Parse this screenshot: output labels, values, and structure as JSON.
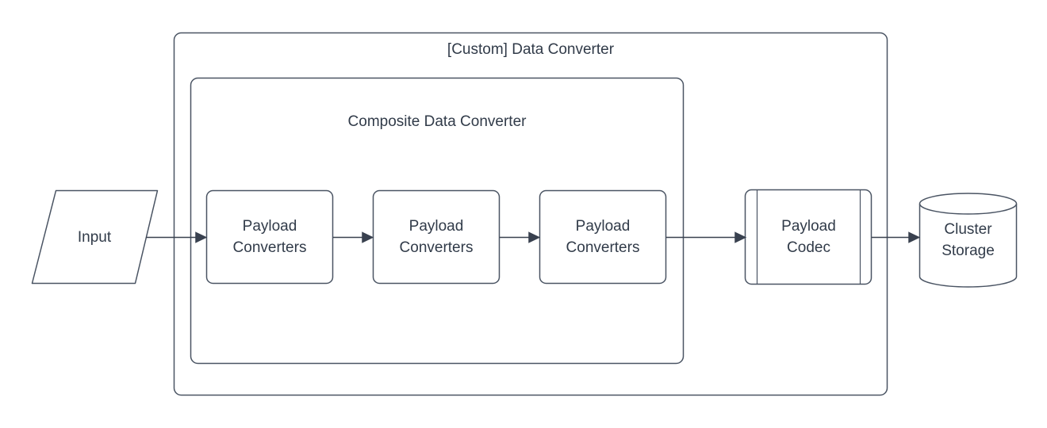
{
  "diagram": {
    "title": "[Custom] Data Converter",
    "composite_title": "Composite Data Converter",
    "nodes": {
      "input": {
        "label": "Input",
        "shape": "parallelogram"
      },
      "converter1": {
        "label": "Payload\nConverters",
        "shape": "rounded-rectangle"
      },
      "converter2": {
        "label": "Payload\nConverters",
        "shape": "rounded-rectangle"
      },
      "converter3": {
        "label": "Payload\nConverters",
        "shape": "rounded-rectangle"
      },
      "codec": {
        "label": "Payload\nCodec",
        "shape": "predefined-process"
      },
      "storage": {
        "label": "Cluster\nStorage",
        "shape": "cylinder"
      }
    },
    "edges": [
      {
        "from": "input",
        "to": "converter1"
      },
      {
        "from": "converter1",
        "to": "converter2"
      },
      {
        "from": "converter2",
        "to": "converter3"
      },
      {
        "from": "converter3",
        "to": "codec"
      },
      {
        "from": "codec",
        "to": "storage"
      }
    ],
    "colors": {
      "stroke": "#4a5463",
      "text": "#313b49",
      "background": "#ffffff"
    }
  }
}
